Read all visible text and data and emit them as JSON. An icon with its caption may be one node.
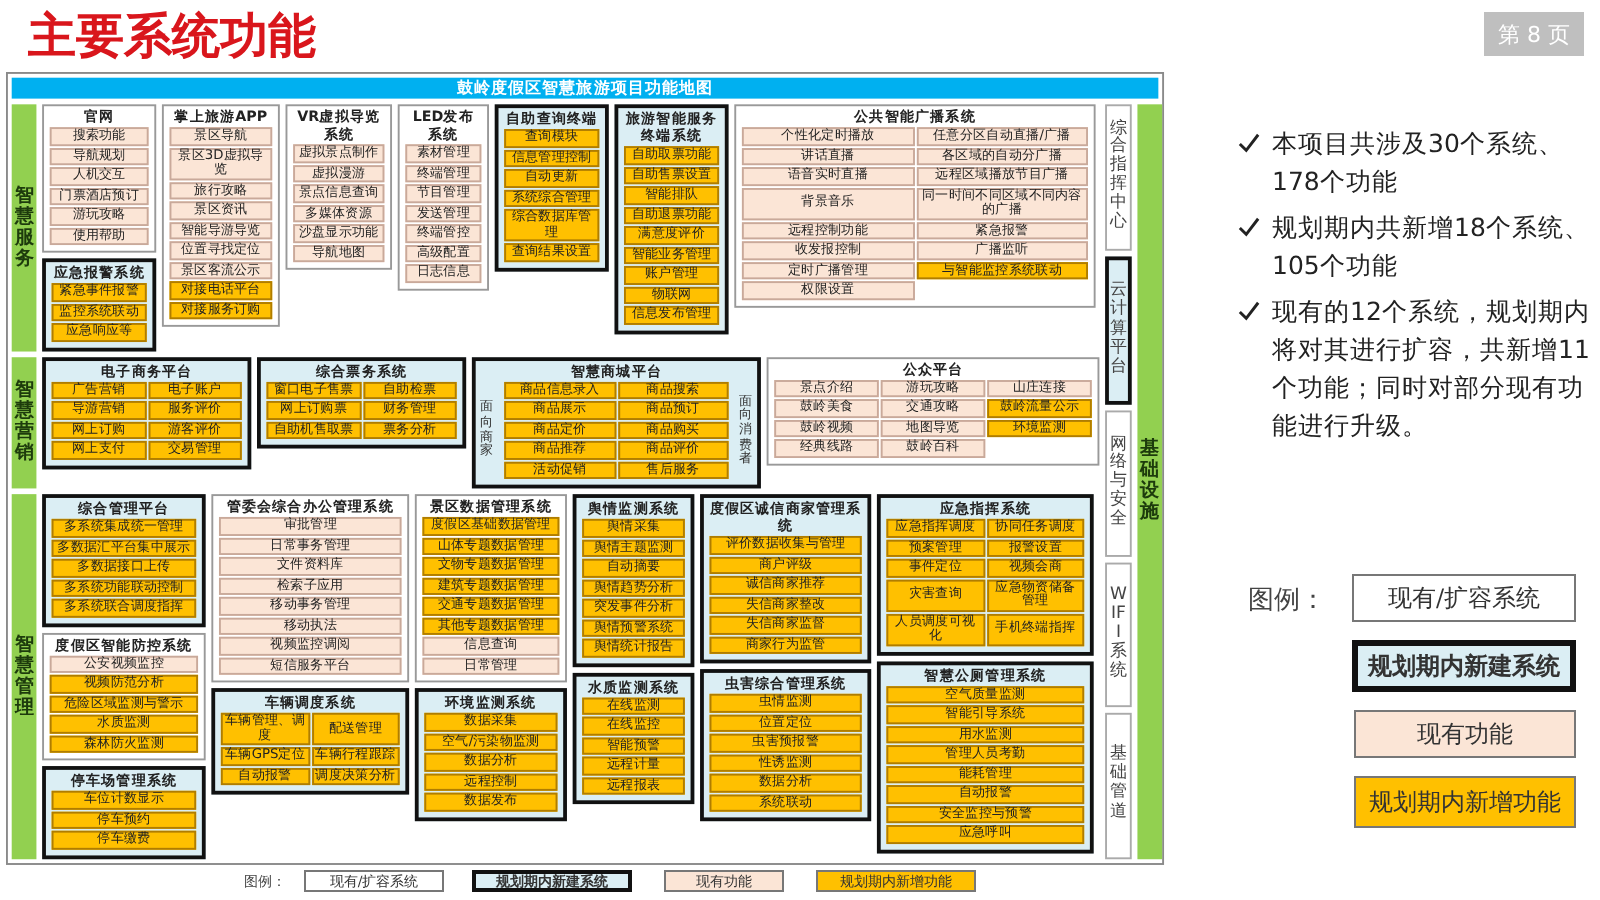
{
  "diagram": {
    "title": "主要系统功能",
    "nodes": [
      {
        "text": [
          "鼓岭度假区智慧旅游项目功能地图"
        ]
      },
      {
        "text": [
          "智慧服务"
        ]
      },
      {
        "text": [
          "官网"
        ]
      },
      {
        "text": [
          "搜索功能"
        ],
        "in": 2
      },
      {
        "text": [
          "导航规划"
        ],
        "in": 2
      },
      {
        "text": [
          "人机交互"
        ],
        "in": 2
      },
      {
        "text": [
          "门票酒店预订"
        ],
        "in": 2
      },
      {
        "text": [
          "游玩攻略"
        ],
        "in": 2
      },
      {
        "text": [
          "使用帮助"
        ],
        "in": 2
      },
      {
        "text": [
          "应急报警系统"
        ]
      },
      {
        "text": [
          "紧急事件报警"
        ],
        "in": 9
      },
      {
        "text": [
          "监控系统联动"
        ],
        "in": 9
      },
      {
        "text": [
          "应急响应等"
        ],
        "in": 9
      },
      {
        "text": [
          "掌上旅游APP"
        ]
      },
      {
        "text": [
          "景区导航"
        ],
        "in": 13
      },
      {
        "text": [
          "景区3D虚拟导览"
        ],
        "in": 13
      },
      {
        "text": [
          "旅行攻略"
        ],
        "in": 13
      },
      {
        "text": [
          "景区资讯"
        ],
        "in": 13
      },
      {
        "text": [
          "智能导游导览"
        ],
        "in": 13
      },
      {
        "text": [
          "位置寻找定位"
        ],
        "in": 13
      },
      {
        "text": [
          "景区客流公示"
        ],
        "in": 13
      },
      {
        "text": [
          "对接电话平台"
        ],
        "in": 13
      },
      {
        "text": [
          "对接服务订购"
        ],
        "in": 13
      },
      {
        "text": [
          "VR虚拟导览系统"
        ]
      },
      {
        "text": [
          "虚拟景点制作"
        ],
        "in": 23
      },
      {
        "text": [
          "虚拟漫游"
        ],
        "in": 23
      },
      {
        "text": [
          "景点信息查询"
        ],
        "in": 23
      },
      {
        "text": [
          "多媒体资源"
        ],
        "in": 23
      },
      {
        "text": [
          "沙盘显示功能"
        ],
        "in": 23
      },
      {
        "text": [
          "导航地图"
        ],
        "in": 23
      },
      {
        "text": [
          "LED发布系统"
        ]
      },
      {
        "text": [
          "素材管理"
        ],
        "in": 30
      },
      {
        "text": [
          "终端管理"
        ],
        "in": 30
      },
      {
        "text": [
          "节目管理"
        ],
        "in": 30
      },
      {
        "text": [
          "发送管理"
        ],
        "in": 30
      },
      {
        "text": [
          "终端管控"
        ],
        "in": 30
      },
      {
        "text": [
          "高级配置"
        ],
        "in": 30
      },
      {
        "text": [
          "日志信息"
        ],
        "in": 30
      },
      {
        "text": [
          "自助查询终端"
        ]
      },
      {
        "text": [
          "查询模块"
        ],
        "in": 38
      },
      {
        "text": [
          "信息管理控制"
        ],
        "in": 38
      },
      {
        "text": [
          "自动更新"
        ],
        "in": 38
      },
      {
        "text": [
          "系统综合管理"
        ],
        "in": 38
      },
      {
        "text": [
          "综合数据库管理"
        ],
        "in": 38
      },
      {
        "text": [
          "查询结果设置"
        ],
        "in": 38
      },
      {
        "text": [
          "旅游智能服务终端系统"
        ]
      },
      {
        "text": [
          "自助取票功能"
        ],
        "in": 45
      },
      {
        "text": [
          "自助售票设置"
        ],
        "in": 45
      },
      {
        "text": [
          "智能排队"
        ],
        "in": 45
      },
      {
        "text": [
          "自助退票功能"
        ],
        "in": 45
      },
      {
        "text": [
          "满意度评价"
        ],
        "in": 45
      },
      {
        "text": [
          "智能业务管理"
        ],
        "in": 45
      },
      {
        "text": [
          "账户管理"
        ],
        "in": 45
      },
      {
        "text": [
          "物联网"
        ],
        "in": 45
      },
      {
        "text": [
          "信息发布管理"
        ],
        "in": 45
      },
      {
        "text": [
          "公共智能广播系统"
        ]
      },
      {
        "text": [
          "个性化定时播放"
        ],
        "in": 55
      },
      {
        "text": [
          "讲话直播"
        ],
        "in": 55
      },
      {
        "text": [
          "语音实时直播"
        ],
        "in": 55
      },
      {
        "text": [
          "背景音乐"
        ],
        "in": 55
      },
      {
        "text": [
          "远程控制功能"
        ],
        "in": 55
      },
      {
        "text": [
          "收发报控制"
        ],
        "in": 55
      },
      {
        "text": [
          "定时广播管理"
        ],
        "in": 55
      },
      {
        "text": [
          "权限设置"
        ],
        "in": 55
      },
      {
        "text": [
          "任意分区自动直播/广播"
        ],
        "in": 55
      },
      {
        "text": [
          "各区域的自动分广播"
        ],
        "in": 55
      },
      {
        "text": [
          "远程区域播放节目广播"
        ],
        "in": 55
      },
      {
        "text": [
          "同一时间不同区域不同内容的广播"
        ],
        "in": 55
      },
      {
        "text": [
          "紧急报警"
        ],
        "in": 55
      },
      {
        "text": [
          "广播监听"
        ],
        "in": 55
      },
      {
        "text": [
          "与智能监控系统联动"
        ],
        "in": 55
      },
      {
        "text": [
          "综合指挥中心"
        ]
      },
      {
        "text": [
          "云计算平台"
        ]
      },
      {
        "text": [
          "智慧营销"
        ]
      },
      {
        "text": [
          "电子商务平台"
        ]
      },
      {
        "text": [
          "广告营销"
        ],
        "in": 74
      },
      {
        "text": [
          "电子账户"
        ],
        "in": 74
      },
      {
        "text": [
          "导游营销"
        ],
        "in": 74
      },
      {
        "text": [
          "服务评价"
        ],
        "in": 74
      },
      {
        "text": [
          "网上订购"
        ],
        "in": 74
      },
      {
        "text": [
          "游客评价"
        ],
        "in": 74
      },
      {
        "text": [
          "网上支付"
        ],
        "in": 74
      },
      {
        "text": [
          "交易管理"
        ],
        "in": 74
      },
      {
        "text": [
          "综合票务系统"
        ]
      },
      {
        "text": [
          "窗口电子售票"
        ],
        "in": 83
      },
      {
        "text": [
          "自助检票"
        ],
        "in": 83
      },
      {
        "text": [
          "网上订购票"
        ],
        "in": 83
      },
      {
        "text": [
          "财务管理"
        ],
        "in": 83
      },
      {
        "text": [
          "自助机售取票"
        ],
        "in": 83
      },
      {
        "text": [
          "票务分析"
        ],
        "in": 83
      },
      {
        "text": [
          "智慧商城平台",
          "面向商家",
          "面向消费者"
        ]
      },
      {
        "text": [
          "商品信息录入"
        ],
        "in": 90
      },
      {
        "text": [
          "商品搜索"
        ],
        "in": 90
      },
      {
        "text": [
          "商品展示"
        ],
        "in": 90
      },
      {
        "text": [
          "商品预订"
        ],
        "in": 90
      },
      {
        "text": [
          "商品定价"
        ],
        "in": 90
      },
      {
        "text": [
          "商品购买"
        ],
        "in": 90
      },
      {
        "text": [
          "商品推荐"
        ],
        "in": 90
      },
      {
        "text": [
          "商品评价"
        ],
        "in": 90
      },
      {
        "text": [
          "活动促销"
        ],
        "in": 90
      },
      {
        "text": [
          "售后服务"
        ],
        "in": 90
      },
      {
        "text": [
          "公众平台"
        ]
      },
      {
        "text": [
          "景点介绍"
        ],
        "in": 101
      },
      {
        "text": [
          "游玩攻略"
        ],
        "in": 101
      },
      {
        "text": [
          "山庄连接"
        ],
        "in": 101
      },
      {
        "text": [
          "鼓岭美食"
        ],
        "in": 101
      },
      {
        "text": [
          "交通攻略"
        ],
        "in": 101
      },
      {
        "text": [
          "鼓岭流量公示"
        ],
        "in": 101
      },
      {
        "text": [
          "鼓岭视频"
        ],
        "in": 101
      },
      {
        "text": [
          "地图导览"
        ],
        "in": 101
      },
      {
        "text": [
          "环境监测"
        ],
        "in": 101
      },
      {
        "text": [
          "经典线路"
        ],
        "in": 101
      },
      {
        "text": [
          "鼓岭百科"
        ],
        "in": 101
      },
      {
        "text": [
          "网络与安全"
        ]
      },
      {
        "text": [
          "智慧管理"
        ]
      },
      {
        "text": [
          "综合管理平台"
        ]
      },
      {
        "text": [
          "多系统集成统一管理"
        ],
        "in": 115
      },
      {
        "text": [
          "多数据汇平台集中展示"
        ],
        "in": 115
      },
      {
        "text": [
          "多数据接口上传"
        ],
        "in": 115
      },
      {
        "text": [
          "多系统功能联动控制"
        ],
        "in": 115
      },
      {
        "text": [
          "多系统联合调度指挥"
        ],
        "in": 115
      },
      {
        "text": [
          "管委会综合办公管理系统"
        ]
      },
      {
        "text": [
          "审批管理"
        ],
        "in": 121
      },
      {
        "text": [
          "日常事务管理"
        ],
        "in": 121
      },
      {
        "text": [
          "文件资料库"
        ],
        "in": 121
      },
      {
        "text": [
          "检索子应用"
        ],
        "in": 121
      },
      {
        "text": [
          "移动事务管理"
        ],
        "in": 121
      },
      {
        "text": [
          "移动执法"
        ],
        "in": 121
      },
      {
        "text": [
          "视频监控调阅"
        ],
        "in": 121
      },
      {
        "text": [
          "短信服务平台"
        ],
        "in": 121
      },
      {
        "text": [
          "景区数据管理系统"
        ]
      },
      {
        "text": [
          "度假区基础数据管理"
        ],
        "in": 130
      },
      {
        "text": [
          "山体专题数据管理"
        ],
        "in": 130
      },
      {
        "text": [
          "文物专题数据管理"
        ],
        "in": 130
      },
      {
        "text": [
          "建筑专题数据管理"
        ],
        "in": 130
      },
      {
        "text": [
          "交通专题数据管理"
        ],
        "in": 130
      },
      {
        "text": [
          "其他专题数据管理"
        ],
        "in": 130
      },
      {
        "text": [
          "信息查询"
        ],
        "in": 130
      },
      {
        "text": [
          "日常管理"
        ],
        "in": 130
      },
      {
        "text": [
          "舆情监测系统"
        ]
      },
      {
        "text": [
          "舆情采集"
        ],
        "in": 139
      },
      {
        "text": [
          "舆情主题监测"
        ],
        "in": 139
      },
      {
        "text": [
          "自动摘要"
        ],
        "in": 139
      },
      {
        "text": [
          "舆情趋势分析"
        ],
        "in": 139
      },
      {
        "text": [
          "突发事件分析"
        ],
        "in": 139
      },
      {
        "text": [
          "舆情预警系统"
        ],
        "in": 139
      },
      {
        "text": [
          "舆情统计报告"
        ],
        "in": 139
      },
      {
        "text": [
          "度假区诚信商家管理系统"
        ]
      },
      {
        "text": [
          "评价数据收集与管理"
        ],
        "in": 147
      },
      {
        "text": [
          "商户评级"
        ],
        "in": 147
      },
      {
        "text": [
          "诚信商家推荐"
        ],
        "in": 147
      },
      {
        "text": [
          "失信商家整改"
        ],
        "in": 147
      },
      {
        "text": [
          "失信商家监督"
        ],
        "in": 147
      },
      {
        "text": [
          "商家行为监管"
        ],
        "in": 147
      },
      {
        "text": [
          "应急指挥系统"
        ]
      },
      {
        "text": [
          "应急指挥调度"
        ],
        "in": 154
      },
      {
        "text": [
          "预案管理"
        ],
        "in": 154
      },
      {
        "text": [
          "事件定位"
        ],
        "in": 154
      },
      {
        "text": [
          "灾害查询"
        ],
        "in": 154
      },
      {
        "text": [
          "人员调度可视化"
        ],
        "in": 154
      },
      {
        "text": [
          "协同任务调度"
        ],
        "in": 154
      },
      {
        "text": [
          "报警设置"
        ],
        "in": 154
      },
      {
        "text": [
          "视频会商"
        ],
        "in": 154
      },
      {
        "text": [
          "应急物资储备管理"
        ],
        "in": 154
      },
      {
        "text": [
          "手机终端指挥"
        ],
        "in": 154
      },
      {
        "text": [
          "度假区智能防控系统"
        ]
      },
      {
        "text": [
          "公安视频监控"
        ],
        "in": 165
      },
      {
        "text": [
          "视频防范分析"
        ],
        "in": 165
      },
      {
        "text": [
          "危险区域监测与警示"
        ],
        "in": 165
      },
      {
        "text": [
          "水质监测"
        ],
        "in": 165
      },
      {
        "text": [
          "森林防火监测"
        ],
        "in": 165
      },
      {
        "text": [
          "车辆调度系统"
        ]
      },
      {
        "text": [
          "车辆管理、调度"
        ],
        "in": 171
      },
      {
        "text": [
          "配送管理"
        ],
        "in": 171
      },
      {
        "text": [
          "车辆GPS定位"
        ],
        "in": 171
      },
      {
        "text": [
          "车辆行程跟踪"
        ],
        "in": 171
      },
      {
        "text": [
          "自动报警"
        ],
        "in": 171
      },
      {
        "text": [
          "调度决策分析"
        ],
        "in": 171
      },
      {
        "text": [
          "停车场管理系统"
        ]
      },
      {
        "text": [
          "车位计数显示"
        ],
        "in": 178
      },
      {
        "text": [
          "停车预约"
        ],
        "in": 178
      },
      {
        "text": [
          "停车缴费"
        ],
        "in": 178
      },
      {
        "text": [
          "环境监测系统"
        ]
      },
      {
        "text": [
          "数据采集"
        ],
        "in": 182
      },
      {
        "text": [
          "空气/污染物监测"
        ],
        "in": 182
      },
      {
        "text": [
          "数据分析"
        ],
        "in": 182
      },
      {
        "text": [
          "远程控制"
        ],
        "in": 182
      },
      {
        "text": [
          "数据发布"
        ],
        "in": 182
      },
      {
        "text": [
          "水质监测系统"
        ]
      },
      {
        "text": [
          "在线监测"
        ],
        "in": 188
      },
      {
        "text": [
          "在线监控"
        ],
        "in": 188
      },
      {
        "text": [
          "智能预警"
        ],
        "in": 188
      },
      {
        "text": [
          "远程计量"
        ],
        "in": 188
      },
      {
        "text": [
          "远程报表"
        ],
        "in": 188
      },
      {
        "text": [
          "虫害综合管理系统"
        ]
      },
      {
        "text": [
          "虫情监测"
        ],
        "in": 194
      },
      {
        "text": [
          "位置定位"
        ],
        "in": 194
      },
      {
        "text": [
          "虫害预报警"
        ],
        "in": 194
      },
      {
        "text": [
          "性诱监测"
        ],
        "in": 194
      },
      {
        "text": [
          "数据分析"
        ],
        "in": 194
      },
      {
        "text": [
          "系统联动"
        ],
        "in": 194
      },
      {
        "text": [
          "智慧公厕管理系统"
        ]
      },
      {
        "text": [
          "空气质量监测"
        ],
        "in": 201
      },
      {
        "text": [
          "智能引导系统"
        ],
        "in": 201
      },
      {
        "text": [
          "用水监测"
        ],
        "in": 201
      },
      {
        "text": [
          "管理人员考勤"
        ],
        "in": 201
      },
      {
        "text": [
          "能耗管理"
        ],
        "in": 201
      },
      {
        "text": [
          "自动报警"
        ],
        "in": 201
      },
      {
        "text": [
          "安全监控与预警"
        ],
        "in": 201
      },
      {
        "text": [
          "应急呼叫"
        ],
        "in": 201
      },
      {
        "text": [
          "WIFI系统"
        ]
      },
      {
        "text": [
          "基础管道"
        ]
      },
      {
        "text": [
          "基础设施"
        ]
      }
    ],
    "labels": [
      "第 8 页",
      "本项目共涉及30个系统、178个功能",
      "规划期内共新增18个系统、105个功能",
      "现有的12个系统，规划期内将对其进行扩容，共新增11个功能；同时对部分现有功能进行升级。",
      "图例：",
      "图例："
    ],
    "legend": [
      {
        "text": "现有/扩容系统",
        "color": "#ffffff"
      },
      {
        "text": "规划期内新建系统",
        "color": "#dbeef4"
      },
      {
        "text": "现有功能",
        "color": "#fbe5d6"
      },
      {
        "text": "规划期内新增功能",
        "color": "#ffc000"
      },
      {
        "text": "现有/扩容系统",
        "color": "#ffffff"
      },
      {
        "text": "规划期内新建系统",
        "color": "#dbeef4"
      },
      {
        "text": "现有功能",
        "color": "#fbe5d6"
      },
      {
        "text": "规划期内新增功能",
        "color": "#ffc000"
      }
    ]
  }
}
